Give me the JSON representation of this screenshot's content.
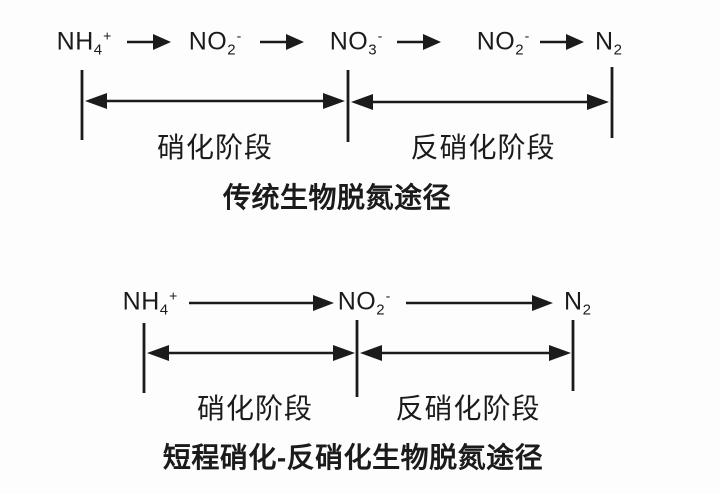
{
  "colors": {
    "ink": "#1b1b1b",
    "background": "#fdfdfd"
  },
  "diagram_top": {
    "title": "传统生物脱氮途径",
    "species": [
      {
        "base": "NH",
        "sub": "4",
        "sup": "+"
      },
      {
        "base": "NO",
        "sub": "2",
        "sup": "-"
      },
      {
        "base": "NO",
        "sub": "3",
        "sup": "-"
      },
      {
        "base": "NO",
        "sub": "2",
        "sup": "-"
      },
      {
        "base": "N",
        "sub": "2",
        "sup": ""
      }
    ],
    "stages": [
      {
        "label": "硝化阶段"
      },
      {
        "label": "反硝化阶段"
      }
    ]
  },
  "diagram_bottom": {
    "title": "短程硝化-反硝化生物脱氮途径",
    "species": [
      {
        "base": "NH",
        "sub": "4",
        "sup": "+"
      },
      {
        "base": "NO",
        "sub": "2",
        "sup": "-"
      },
      {
        "base": "N",
        "sub": "2",
        "sup": ""
      }
    ],
    "stages": [
      {
        "label": "硝化阶段"
      },
      {
        "label": "反硝化阶段"
      }
    ]
  }
}
